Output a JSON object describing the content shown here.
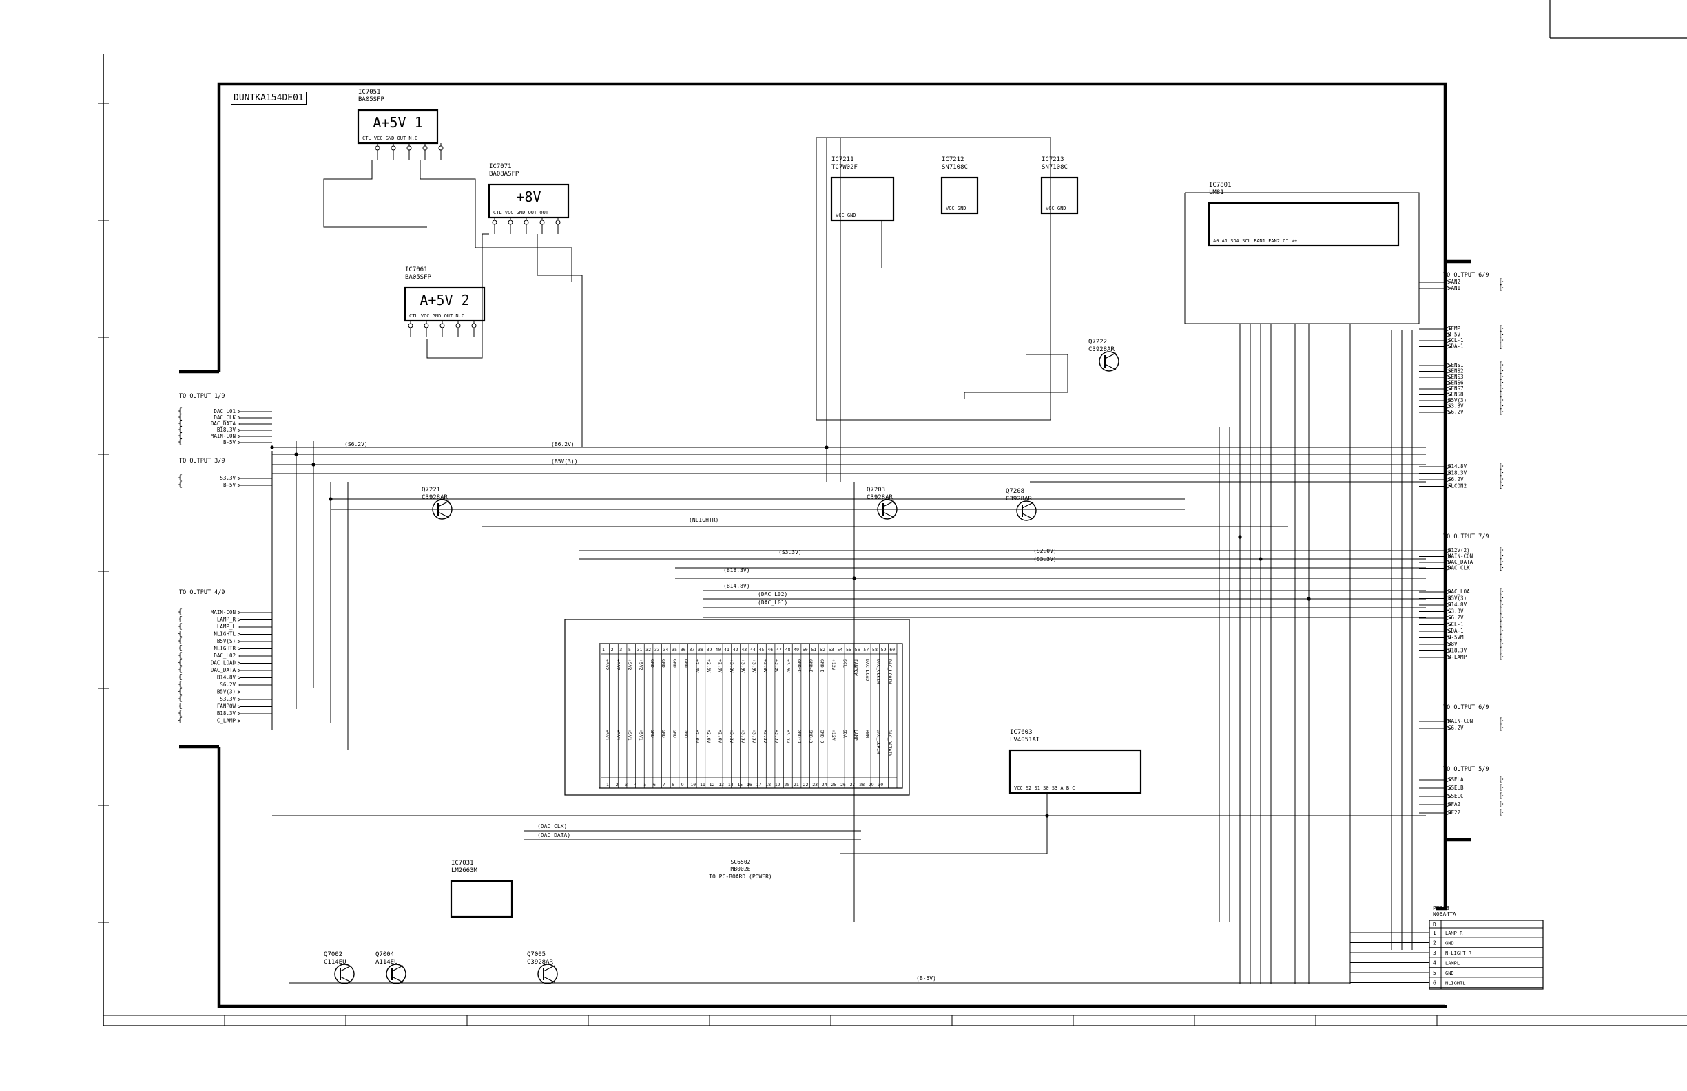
{
  "board_id": "DUNTKA154DE01",
  "ics": [
    {
      "ref": "IC7051",
      "part": "BA05SFP",
      "body": "A+5V 1",
      "pins": "CTL  VCC  GND  OUT  N.C"
    },
    {
      "ref": "IC7071",
      "part": "BA08ASFP",
      "body": "+8V",
      "pins": "CTL  VCC  GND  OUT  OUT"
    },
    {
      "ref": "IC7061",
      "part": "BA05SFP",
      "body": "A+5V 2",
      "pins": "CTL  VCC  GND  OUT  N.C"
    },
    {
      "ref": "IC7211",
      "part": "TC7W02F",
      "body": "",
      "pins": "VCC        GND"
    },
    {
      "ref": "IC7212",
      "part": "SN7108C",
      "body": "",
      "pins": "VCC    GND"
    },
    {
      "ref": "IC7213",
      "part": "SN7108C",
      "body": "",
      "pins": "VCC    GND"
    },
    {
      "ref": "IC7801",
      "part": "LM81",
      "body": "",
      "pins": "A0  A1  SDA SCL FAN1 FAN2 CI    V+"
    },
    {
      "ref": "IC7603",
      "part": "LV4051AT",
      "body": "",
      "pins": "VCC  S2  S1  S0  S3  A  B  C"
    },
    {
      "ref": "IC7031",
      "part": "LM2663M",
      "body": "",
      "pins": ""
    }
  ],
  "transistors": [
    {
      "ref": "Q7221",
      "part": "C3928AR"
    },
    {
      "ref": "Q7203",
      "part": "C3928AR"
    },
    {
      "ref": "Q7208",
      "part": "C3928AR"
    },
    {
      "ref": "Q7222",
      "part": "C3928AR"
    },
    {
      "ref": "Q7002",
      "part": "C114EU"
    },
    {
      "ref": "Q7004",
      "part": "A114EU"
    },
    {
      "ref": "Q7005",
      "part": "C3928AR"
    }
  ],
  "connector_labels": {
    "to_output_1": "TO OUTPUT 1/9",
    "to_output_3": "TO OUTPUT 3/9",
    "to_output_4": "TO OUTPUT 4/9",
    "to_output_6_top": "TO OUTPUT 6/9",
    "to_output_7": "TO OUTPUT 7/9",
    "to_output_6_mid": "TO OUTPUT 6/9",
    "to_output_5": "TO OUTPUT 5/9",
    "sc6502": "SC6502",
    "sc6502_part": "MB002E",
    "sc6502_desc": "TO PC-BOARD (POWER)"
  },
  "left_signals_1": [
    "DAC_L01",
    "DAC_CLK",
    "DAC_DATA",
    "B18.3V",
    "MAIN-CON",
    "B-5V"
  ],
  "left_signals_3": [
    "S3.3V",
    "B-5V"
  ],
  "left_signals_4": [
    "MAIN-CON",
    "LAMP_R",
    "LAMP_L",
    "NLIGHTL",
    "B5V(S)",
    "NLIGHTR",
    "DAC_L02",
    "DAC_LOAD",
    "DAC_DATA",
    "B14.8V",
    "S6.2V",
    "B5V(3)",
    "S3.3V",
    "FANPOW",
    "B18.3V",
    "C_LAMP"
  ],
  "right_signals_top": [
    "FAN2",
    "FAN1"
  ],
  "right_signals_a": [
    "TEMP",
    "B-5V",
    "SCL-1",
    "SDA-1"
  ],
  "right_signals_b": [
    "SENS1",
    "SENS2",
    "SENS3",
    "SENS6",
    "SENS7",
    "SENS8",
    "B5V(3)",
    "S3.3V",
    "S6.2V"
  ],
  "right_signals_c": [
    "B14.8V",
    "B18.3V",
    "S6.2V",
    "FLCON2"
  ],
  "right_signals_d": [
    "B12V(2)",
    "MAIN-CON",
    "DAC_DATA",
    "DAC_CLK"
  ],
  "right_signals_e": [
    "DAC_LOA",
    "B5V(3)",
    "B14.8V",
    "S3.3V",
    "S6.2V",
    "SCL-1",
    "SDA-1",
    "B-5VM",
    "38V",
    "B18.3V",
    "B-LAMP"
  ],
  "right_signals_f": [
    "MAIN-CON",
    "S6.2V"
  ],
  "right_signals_g": [
    "SSELA",
    "SSELB",
    "SSELC",
    "BFA2",
    "BF22"
  ],
  "connector_pins_top": [
    "1",
    "2",
    "3",
    "5",
    "31",
    "32",
    "33",
    "34",
    "35",
    "36",
    "37",
    "38",
    "39",
    "40",
    "41",
    "42",
    "43",
    "44",
    "45",
    "46",
    "47",
    "48",
    "49",
    "50",
    "51",
    "52",
    "53",
    "54",
    "55",
    "56",
    "57",
    "58",
    "59",
    "60"
  ],
  "connector_sig_top": [
    "+5V2",
    "+5V2",
    "+5V2",
    "+5V2",
    "GND",
    "GND",
    "GND",
    "GND",
    "+2.0V",
    "+2.0V",
    "+2.0V",
    "+3.3V",
    "+3.3V",
    "+3.3V",
    "+3.3V",
    "+3.3V",
    "+3.3V",
    "GND-D",
    "GND-D",
    "GND-D",
    "+12V",
    "SCL",
    "FANPOW",
    "DAC_LOAD",
    "DAC_CLKIN",
    "DAC_LOOIN"
  ],
  "connector_sig_bot": [
    "+5V1",
    "+5V1",
    "+5V1",
    "+5V1",
    "GND",
    "GND",
    "GND",
    "GND",
    "+2.0V",
    "+2.0V",
    "+2.0V",
    "+3.3V",
    "+3.3V",
    "+3.3V",
    "+3.3V",
    "+3.3V",
    "+3.3V",
    "GND-D",
    "GND-D",
    "GND-D",
    "+12V",
    "SDA",
    "LAMP",
    "PWM",
    "DAC_CLKIN",
    "DAC_DATAIN"
  ],
  "pt208": {
    "ref": "PT208",
    "part": "N06A4TA",
    "rows": [
      {
        "n": "1",
        "sig": "LAMP R"
      },
      {
        "n": "2",
        "sig": "GND"
      },
      {
        "n": "3",
        "sig": "N-LIGHT R"
      },
      {
        "n": "4",
        "sig": "LAMPL"
      },
      {
        "n": "5",
        "sig": "GND"
      },
      {
        "n": "6",
        "sig": "NLIGHTL"
      }
    ]
  },
  "net_labels": [
    "(S6.2V)",
    "(B6.2V)",
    "(B5V(3))",
    "(NLIGHTR)",
    "(S3.3V)",
    "(B18.3V)",
    "(B14.8V)",
    "(DAC_L02)",
    "(DAC_L01)",
    "(S2.0V)",
    "(S3.3V)",
    "(DAC_CLK)",
    "(DAC_DATA)",
    "(B-5V)"
  ]
}
